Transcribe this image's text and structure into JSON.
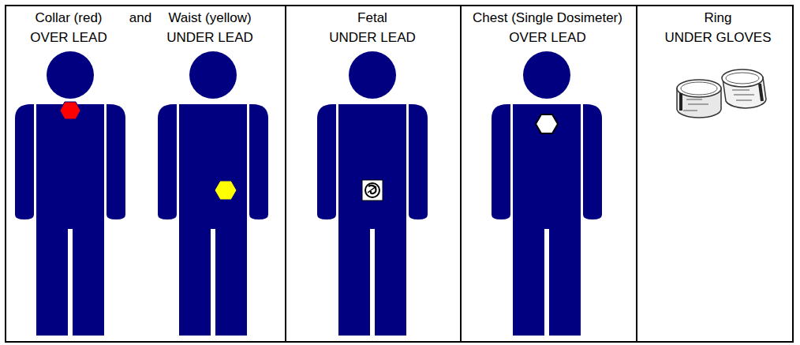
{
  "diagram": {
    "nodes": [
      {
        "text": [
          "Collar (red)",
          "and",
          "Waist (yellow)",
          "OVER LEAD",
          "UNDER LEAD"
        ]
      },
      {
        "text": [
          "Fetal",
          "UNDER LEAD"
        ]
      },
      {
        "text": [
          "Chest (Single Dosimeter)",
          "OVER LEAD"
        ]
      },
      {
        "text": [
          "Ring",
          "UNDER GLOVES"
        ]
      }
    ]
  }
}
